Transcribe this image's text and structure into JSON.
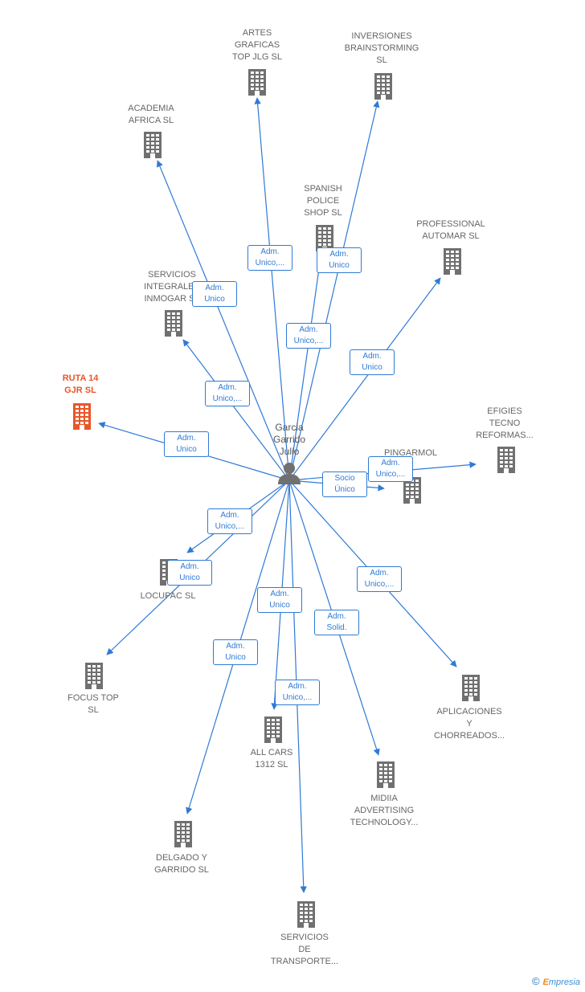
{
  "center": {
    "name": "Garcia\nGarrido\nJulio",
    "icon": "person-icon"
  },
  "colors": {
    "edge": "#2f7ad6",
    "node": "#707070",
    "highlight": "#e8562a",
    "text": "#666666"
  },
  "nodes": [
    {
      "id": "artes",
      "label": "ARTES\nGRAFICAS\nTOP JLG  SL",
      "icon": "building-icon",
      "highlight": false
    },
    {
      "id": "inversiones",
      "label": "INVERSIONES\nBRAINSTORMING\nSL",
      "icon": "building-icon",
      "highlight": false
    },
    {
      "id": "academia",
      "label": "ACADEMIA\nAFRICA  SL",
      "icon": "building-icon",
      "highlight": false
    },
    {
      "id": "spanish",
      "label": "SPANISH\nPOLICE\nSHOP SL",
      "icon": "building-icon",
      "highlight": false
    },
    {
      "id": "professional",
      "label": "PROFESSIONAL\nAUTOMAR SL",
      "icon": "building-icon",
      "highlight": false
    },
    {
      "id": "servicios_int",
      "label": "SERVICIOS\nINTEGRALES\nINMOGAR  SL",
      "icon": "building-icon",
      "highlight": false
    },
    {
      "id": "ruta",
      "label": "RUTA 14\nGJR  SL",
      "icon": "building-icon",
      "highlight": true
    },
    {
      "id": "efigies",
      "label": "EFIGIES\nTECNO\nREFORMAS...",
      "icon": "building-icon",
      "highlight": false
    },
    {
      "id": "pingarmol",
      "label": "PINGARMOL",
      "icon": "building-icon",
      "highlight": false
    },
    {
      "id": "locupac",
      "label": "LOCUPAC  SL",
      "icon": "building-icon",
      "highlight": false
    },
    {
      "id": "focus",
      "label": "FOCUS TOP\nSL",
      "icon": "building-icon",
      "highlight": false
    },
    {
      "id": "aplicaciones",
      "label": "APLICACIONES\nY\nCHORREADOS...",
      "icon": "building-icon",
      "highlight": false
    },
    {
      "id": "allcars",
      "label": "ALL CARS\n1312  SL",
      "icon": "building-icon",
      "highlight": false
    },
    {
      "id": "midiia",
      "label": "MIDIIA\nADVERTISING\nTECHNOLOGY...",
      "icon": "building-icon",
      "highlight": false
    },
    {
      "id": "delgado",
      "label": "DELGADO Y\nGARRIDO SL",
      "icon": "building-icon",
      "highlight": false
    },
    {
      "id": "serv_transp",
      "label": "SERVICIOS\nDE\nTRANSPORTE...",
      "icon": "building-icon",
      "highlight": false
    }
  ],
  "edges": [
    {
      "target": "artes",
      "label": "Adm.\nUnico,..."
    },
    {
      "target": "inversiones",
      "label": "Adm.\nUnico"
    },
    {
      "target": "academia",
      "label": "Adm.\nUnico"
    },
    {
      "target": "spanish",
      "label": "Adm.\nUnico,..."
    },
    {
      "target": "professional",
      "label": "Adm.\nUnico"
    },
    {
      "target": "servicios_int",
      "label": "Adm.\nUnico,..."
    },
    {
      "target": "ruta",
      "label": "Adm.\nUnico"
    },
    {
      "target": "efigies",
      "label": "Adm.\nUnico,..."
    },
    {
      "target": "pingarmol",
      "label": "Socio\nÚnico"
    },
    {
      "target": "locupac",
      "label": "Adm.\nUnico,..."
    },
    {
      "target": "focus",
      "label": "Adm.\nUnico"
    },
    {
      "target": "aplicaciones",
      "label": "Adm.\nUnico,..."
    },
    {
      "target": "allcars",
      "label": "Adm.\nUnico"
    },
    {
      "target": "midiia",
      "label": "Adm.\nSolid."
    },
    {
      "target": "delgado",
      "label": "Adm.\nUnico"
    },
    {
      "target": "serv_transp",
      "label": "Adm.\nUnico,..."
    }
  ],
  "footer": {
    "copyright": "©",
    "brand_first": "E",
    "brand_rest": "mpresia"
  }
}
